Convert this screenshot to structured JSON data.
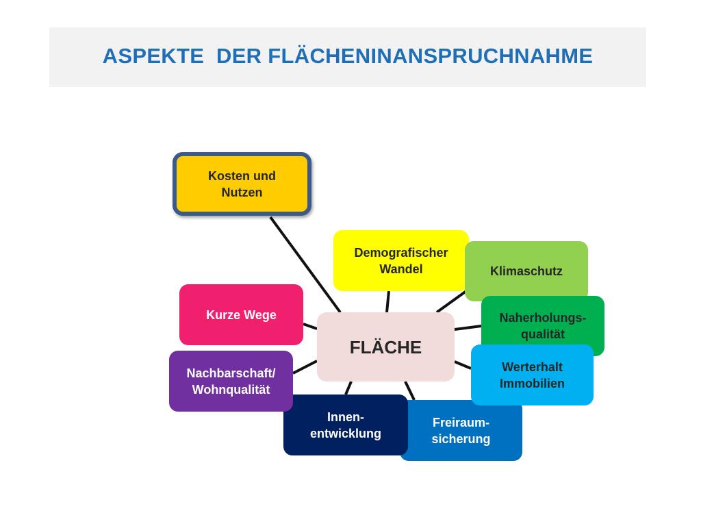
{
  "title": "ASPEKTE  DER FLÄCHENINANSPRUCHNAHME",
  "center": {
    "label": "FLÄCHE",
    "color": "#f2dcdb"
  },
  "nodes": [
    {
      "label": "Kosten und\nNutzen",
      "color": "#ffcc00",
      "border": "#3a5a8c"
    },
    {
      "label": "Demografischer\nWandel",
      "color": "#ffff00"
    },
    {
      "label": "Klimaschutz",
      "color": "#92d050"
    },
    {
      "label": "Naherholungs-\nqualität",
      "color": "#00b050"
    },
    {
      "label": "Werterhalt\nImmobilien",
      "color": "#00b0f0"
    },
    {
      "label": "Freiraum-\nsicherung",
      "color": "#0070c0"
    },
    {
      "label": "Innen-\nentwicklung",
      "color": "#002060"
    },
    {
      "label": "Nachbarschaft/\nWohnqualität",
      "color": "#7030a0"
    },
    {
      "label": "Kurze Wege",
      "color": "#f0206e"
    }
  ]
}
